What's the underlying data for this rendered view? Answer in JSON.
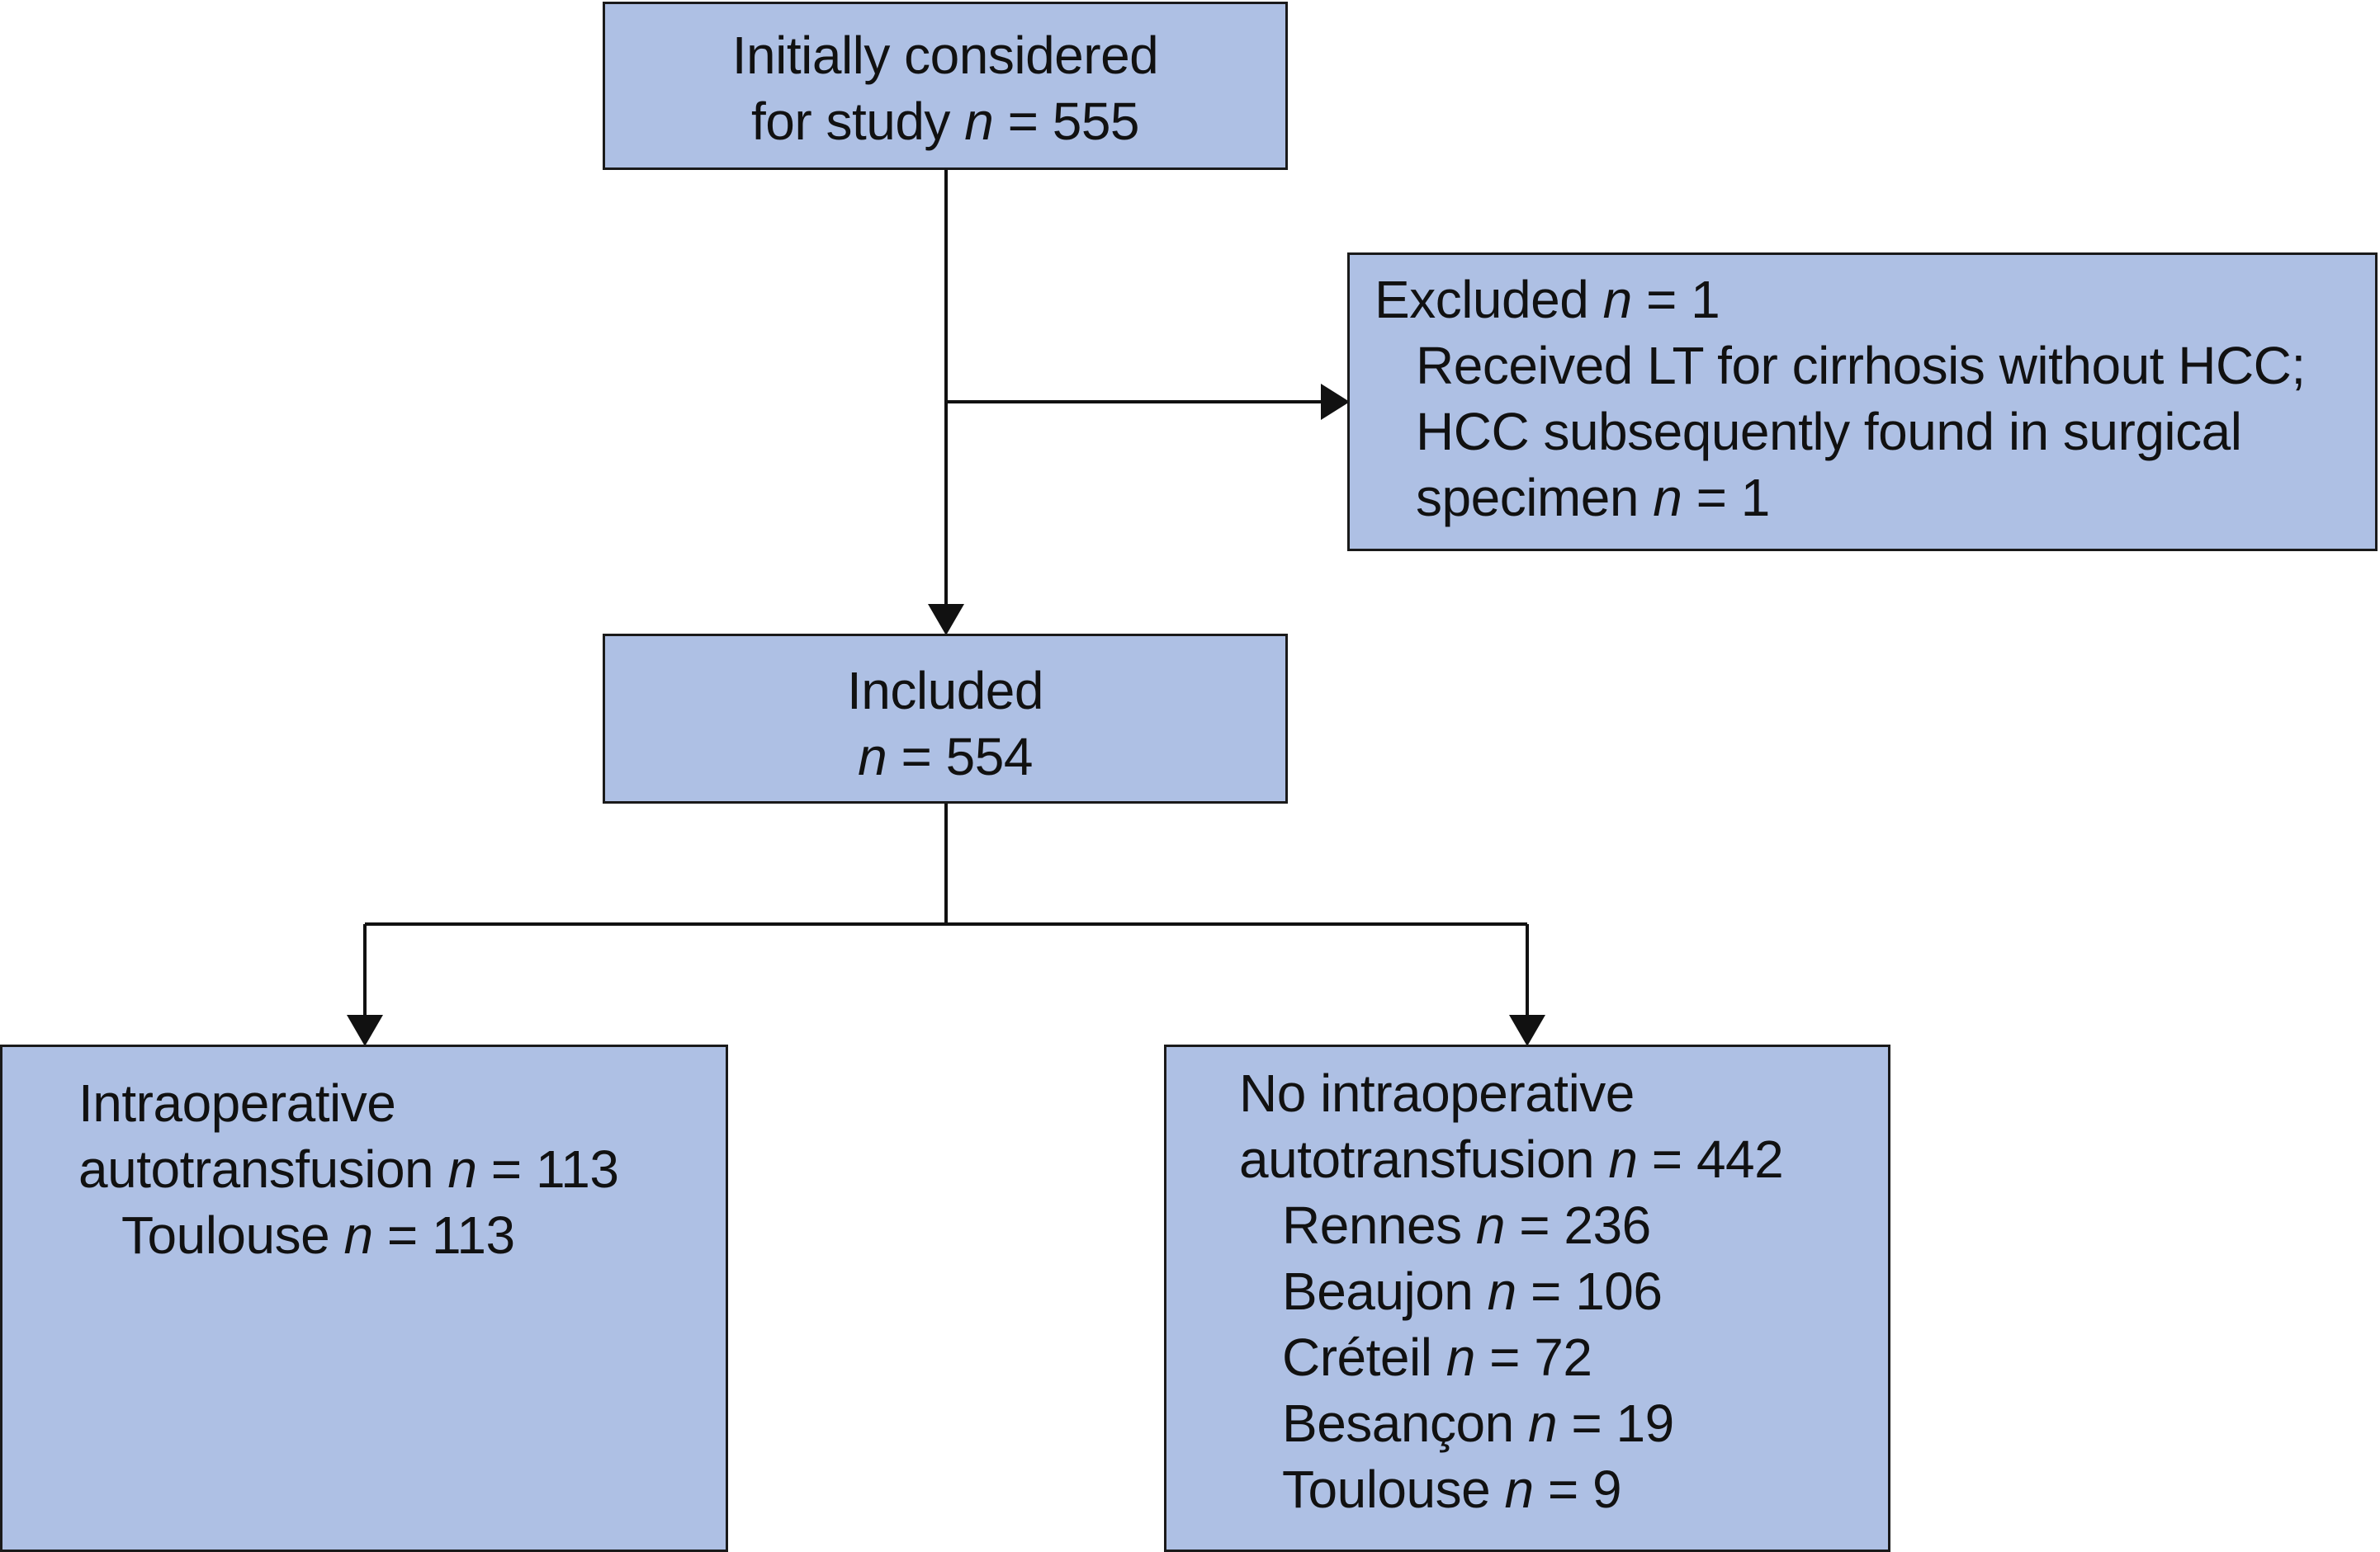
{
  "colors": {
    "box_fill": "#aec0e4",
    "line": "#111111"
  },
  "boxes": {
    "initial": {
      "line1": "Initially considered",
      "line2_prefix": "for study ",
      "n_symbol": "n",
      "line2_value": " = 555"
    },
    "excluded": {
      "header_prefix": "Excluded ",
      "n_symbol": "n",
      "header_value": " = 1",
      "reason_line1": "Received LT for cirrhosis without HCC;",
      "reason_line2": "HCC subsequently found in surgical",
      "reason_line3_prefix": "specimen ",
      "reason_line3_value": " = 1"
    },
    "included": {
      "line1": "Included",
      "n_symbol": "n",
      "line2_value": " = 554"
    },
    "autotransfusion": {
      "line1": "Intraoperative",
      "line2_prefix": "autotransfusion ",
      "n_symbol": "n",
      "line2_value": " = 113",
      "centers": [
        {
          "name": "Toulouse ",
          "value": " = 113"
        }
      ]
    },
    "no_autotransfusion": {
      "line1": "No intraoperative",
      "line2_prefix": "autotransfusion ",
      "n_symbol": "n",
      "line2_value": " = 442",
      "centers": [
        {
          "name": "Rennes ",
          "value": " = 236"
        },
        {
          "name": "Beaujon ",
          "value": " = 106"
        },
        {
          "name": "Créteil ",
          "value": " = 72"
        },
        {
          "name": "Besançon ",
          "value": " = 19"
        },
        {
          "name": "Toulouse ",
          "value": " = 9"
        }
      ]
    }
  }
}
